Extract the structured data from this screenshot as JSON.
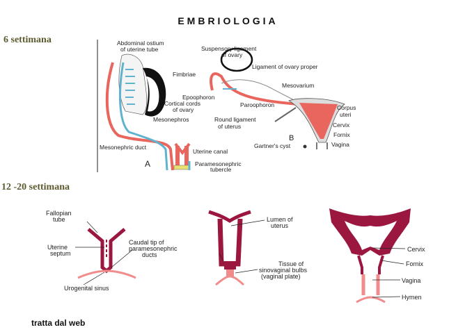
{
  "title": "EMBRIOLOGIA",
  "week_6": "6 settimana",
  "week_12_20": "12 -20 settimana",
  "credit": "tratta dal web",
  "colors": {
    "duct_red": "#e8665e",
    "duct_blue": "#5fb3cf",
    "uterus_maroon": "#9b1740",
    "pink": "#f08c8c",
    "heading_olive": "#5c5a2e"
  },
  "top_figure": {
    "panel_a": "A",
    "panel_b": "B",
    "labels": {
      "abdominal_ostium_1": "Abdominal ostium",
      "abdominal_ostium_2": "of uterine tube",
      "suspensory_1": "Suspensory ligament",
      "suspensory_2": "of ovary",
      "ligament_ovary_proper": "Ligament of ovary proper",
      "fimbriae": "Fimbriae",
      "mesovarium": "Mesovarium",
      "epoophoron": "Epoophoron",
      "cortical_cords_1": "Cortical cords",
      "cortical_cords_2": "of ovary",
      "paroophoron": "Paroophoron",
      "corpus_uteri_1": "Corpus",
      "corpus_uteri_2": "uteri",
      "mesonephros": "Mesonephros",
      "round_ligament_1": "Round ligament",
      "round_ligament_2": "of uterus",
      "cervix": "Cervix",
      "fornix": "Fornix",
      "vagina": "Vagina",
      "gartners_cyst": "Gartner's cyst",
      "mesonephric_duct": "Mesonephric duct",
      "uterine_canal": "Uterine canal",
      "paramesonephric_1": "Paramesonephric",
      "paramesonephric_2": "tubercle"
    }
  },
  "bottom_figure": {
    "labels": {
      "fallopian_1": "Fallopian",
      "fallopian_2": "tube",
      "uterine_septum_1": "Uterine",
      "uterine_septum_2": "septum",
      "caudal_1": "Caudal tip of",
      "caudal_2": "paramesonephric",
      "caudal_3": "ducts",
      "urogenital_sinus": "Urogenital sinus",
      "lumen_1": "Lumen of",
      "lumen_2": "uterus",
      "tissue_1": "Tissue of",
      "tissue_2": "sinovaginal bulbs",
      "tissue_3": "(vaginal plate)",
      "cervix": "Cervix",
      "fornix": "Fornix",
      "vagina": "Vagina",
      "hymen": "Hymen"
    }
  }
}
